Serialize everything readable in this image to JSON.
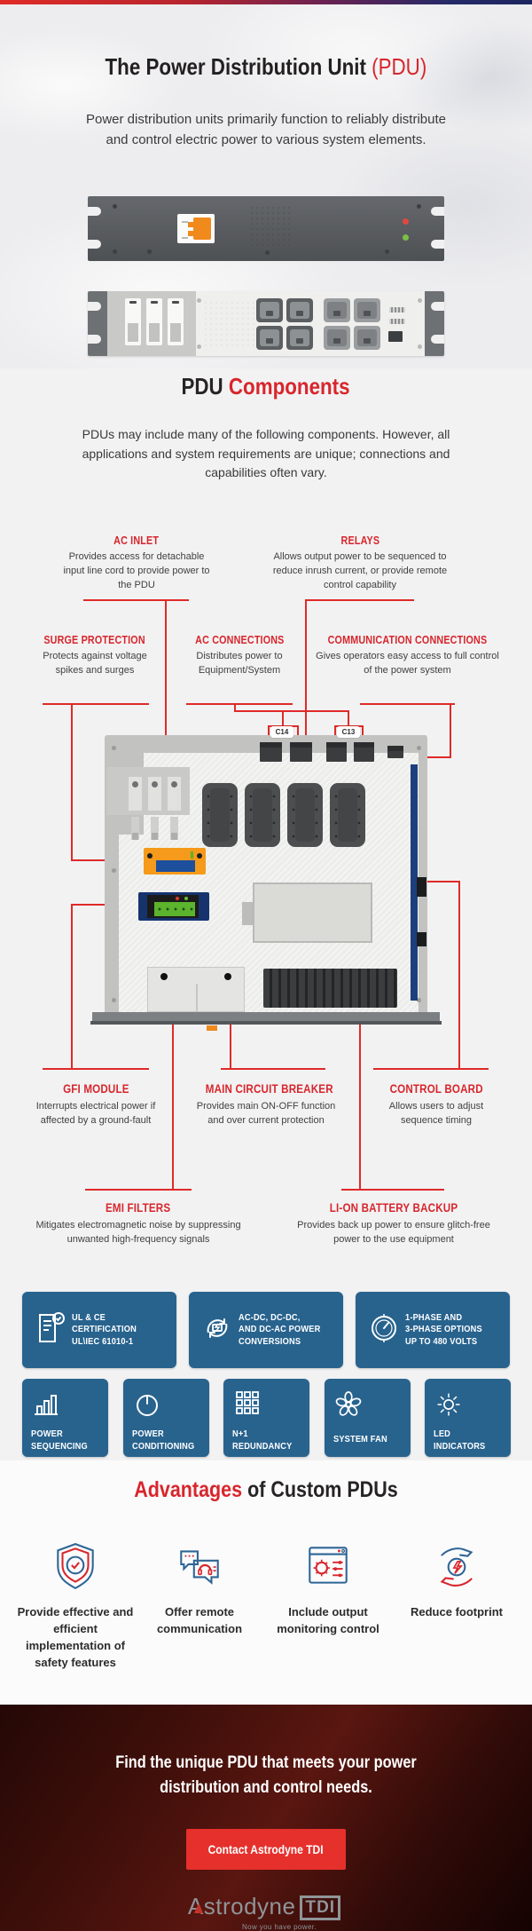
{
  "colors": {
    "accent_red": "#d8262c",
    "line_red": "#df2a28",
    "feature_blue": "#28638e",
    "dark_text": "#272425",
    "footer_maroon": "#5a1610"
  },
  "header": {
    "title": "The Power Distribution Unit",
    "title_accent": "(PDU)",
    "intro": "Power distribution units primarily function to reliably distribute and control electric power to various system elements."
  },
  "components": {
    "title": "PDU",
    "title_accent": "Components",
    "intro": "PDUs may include many of the following components. However, all applications and system requirements are unique; connections and capabilities often vary.",
    "top_callouts": [
      {
        "name": "AC INLET",
        "desc": "Provides access for detachable input line cord to provide power to the PDU"
      },
      {
        "name": "RELAYS",
        "desc": "Allows output power to be sequenced to reduce inrush current, or provide remote control capability"
      },
      {
        "name": "SURGE PROTECTION",
        "desc": "Protects against voltage spikes and surges"
      },
      {
        "name": "AC CONNECTIONS",
        "desc": "Distributes power to Equipment/System"
      },
      {
        "name": "COMMUNICATION CONNECTIONS",
        "desc": "Gives operators easy access to full control of the power system"
      }
    ],
    "bottom_callouts": [
      {
        "name": "GFI MODULE",
        "desc": "Interrupts electrical power if affected by a ground-fault"
      },
      {
        "name": "MAIN CIRCUIT BREAKER",
        "desc": "Provides main ON-OFF function and over current protection"
      },
      {
        "name": "CONTROL BOARD",
        "desc": "Allows users to adjust sequence timing"
      },
      {
        "name": "EMI FILTERS",
        "desc": "Mitigates electromagnetic noise by suppressing unwanted high-frequency signals"
      },
      {
        "name": "LI-ON BATTERY BACKUP",
        "desc": "Provides back up power to ensure glitch-free power to the use equipment"
      }
    ]
  },
  "diagram": {
    "connector_labels": [
      "C14",
      "C13"
    ]
  },
  "features": {
    "row1": [
      {
        "icon": "certificate-icon",
        "lines": [
          "UL & CE",
          "CERTIFICATION",
          "UL\\IEC 61010-1"
        ]
      },
      {
        "icon": "power-conversion-icon",
        "lines": [
          "AC-DC, DC-DC,",
          "AND DC-AC POWER",
          "CONVERSIONS"
        ]
      },
      {
        "icon": "gauge-icon",
        "lines": [
          "1-PHASE AND",
          "3-PHASE OPTIONS",
          "UP TO 480 VOLTS"
        ]
      }
    ],
    "row2": [
      {
        "icon": "bar-chart-icon",
        "lines": [
          "POWER",
          "SEQUENCING"
        ]
      },
      {
        "icon": "power-button-icon",
        "lines": [
          "POWER",
          "CONDITIONING"
        ]
      },
      {
        "icon": "grid-icon",
        "lines": [
          "N+1",
          "REDUNDANCY"
        ]
      },
      {
        "icon": "fan-icon",
        "lines": [
          "SYSTEM FAN"
        ]
      },
      {
        "icon": "led-icon",
        "lines": [
          "LED",
          "INDICATORS"
        ]
      }
    ]
  },
  "advantages": {
    "title_accent": "Advantages",
    "title": "of Custom PDUs",
    "items": [
      {
        "icon": "shield-check-icon",
        "label": "Provide effective and efficient implementation of safety features"
      },
      {
        "icon": "chat-headset-icon",
        "label": "Offer remote communication"
      },
      {
        "icon": "monitoring-window-icon",
        "label": "Include output monitoring control"
      },
      {
        "icon": "hands-energy-icon",
        "label": "Reduce footprint"
      }
    ]
  },
  "footer": {
    "headline": "Find the unique PDU that meets your power distribution and control needs.",
    "button_label": "Contact Astrodyne TDI",
    "logo_text": "Astrodyne",
    "logo_suffix": "TDI",
    "tagline": "Now you have power."
  }
}
